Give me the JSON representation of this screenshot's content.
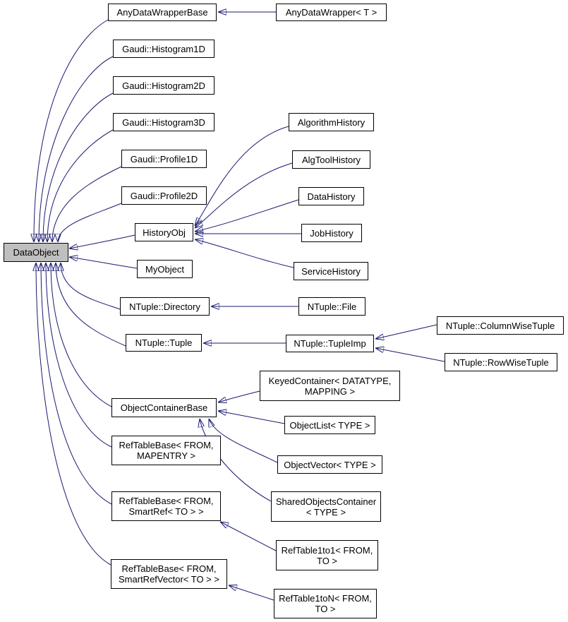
{
  "diagram": {
    "type": "class-inheritance-graph",
    "focus_node": "DataObject",
    "colors": {
      "edge": "#191970",
      "focus_fill": "#bfbfbf",
      "node_fill": "#ffffff",
      "node_border": "#000000"
    },
    "nodes": {
      "dataobject": {
        "label": "DataObject"
      },
      "anydatawrapperbase": {
        "label": "AnyDataWrapperBase"
      },
      "histogram1d": {
        "label": "Gaudi::Histogram1D"
      },
      "histogram2d": {
        "label": "Gaudi::Histogram2D"
      },
      "histogram3d": {
        "label": "Gaudi::Histogram3D"
      },
      "profile1d": {
        "label": "Gaudi::Profile1D"
      },
      "profile2d": {
        "label": "Gaudi::Profile2D"
      },
      "historyobj": {
        "label": "HistoryObj"
      },
      "myobject": {
        "label": "MyObject"
      },
      "ntuple_directory": {
        "label": "NTuple::Directory"
      },
      "ntuple_tuple": {
        "label": "NTuple::Tuple"
      },
      "objectcontainerbase": {
        "label": "ObjectContainerBase"
      },
      "reftablebase_mapentry": {
        "label": "RefTableBase< FROM, MAPENTRY >",
        "lines": [
          "RefTableBase< FROM,",
          "MAPENTRY >"
        ]
      },
      "reftablebase_smartref": {
        "label": "RefTableBase< FROM, SmartRef< TO > >",
        "lines": [
          "RefTableBase< FROM,",
          "SmartRef< TO > >"
        ]
      },
      "reftablebase_smartrefvector": {
        "label": "RefTableBase< FROM, SmartRefVector< TO > >",
        "lines": [
          "RefTableBase< FROM,",
          "SmartRefVector< TO > >"
        ]
      },
      "anydatawrapper_t": {
        "label": "AnyDataWrapper< T >"
      },
      "algorithmhistory": {
        "label": "AlgorithmHistory"
      },
      "algtoolhistory": {
        "label": "AlgToolHistory"
      },
      "datahistory": {
        "label": "DataHistory"
      },
      "jobhistory": {
        "label": "JobHistory"
      },
      "servicehistory": {
        "label": "ServiceHistory"
      },
      "ntuple_file": {
        "label": "NTuple::File"
      },
      "ntuple_tupleimp": {
        "label": "NTuple::TupleImp"
      },
      "keyedcontainer": {
        "label": "KeyedContainer< DATATYPE, MAPPING >",
        "lines": [
          "KeyedContainer< DATATYPE,",
          "MAPPING >"
        ]
      },
      "objectlist": {
        "label": "ObjectList< TYPE >"
      },
      "objectvector": {
        "label": "ObjectVector< TYPE >"
      },
      "sharedobjectscontainer": {
        "label": "SharedObjectsContainer < TYPE >",
        "lines": [
          "SharedObjectsContainer",
          "< TYPE >"
        ]
      },
      "reftable1to1": {
        "label": "RefTable1to1< FROM, TO >",
        "lines": [
          "RefTable1to1< FROM,",
          "TO >"
        ]
      },
      "reftable1ton": {
        "label": "RefTable1toN< FROM, TO >",
        "lines": [
          "RefTable1toN< FROM,",
          "TO >"
        ]
      },
      "ntuple_columnwisetuple": {
        "label": "NTuple::ColumnWiseTuple"
      },
      "ntuple_rowwisetuple": {
        "label": "NTuple::RowWiseTuple"
      }
    },
    "edges": [
      {
        "from": "anydatawrapperbase",
        "to": "dataobject"
      },
      {
        "from": "histogram1d",
        "to": "dataobject"
      },
      {
        "from": "histogram2d",
        "to": "dataobject"
      },
      {
        "from": "histogram3d",
        "to": "dataobject"
      },
      {
        "from": "profile1d",
        "to": "dataobject"
      },
      {
        "from": "profile2d",
        "to": "dataobject"
      },
      {
        "from": "historyobj",
        "to": "dataobject"
      },
      {
        "from": "myobject",
        "to": "dataobject"
      },
      {
        "from": "ntuple_directory",
        "to": "dataobject"
      },
      {
        "from": "ntuple_tuple",
        "to": "dataobject"
      },
      {
        "from": "objectcontainerbase",
        "to": "dataobject"
      },
      {
        "from": "reftablebase_mapentry",
        "to": "dataobject"
      },
      {
        "from": "reftablebase_smartref",
        "to": "dataobject"
      },
      {
        "from": "reftablebase_smartrefvector",
        "to": "dataobject"
      },
      {
        "from": "anydatawrapper_t",
        "to": "anydatawrapperbase"
      },
      {
        "from": "algorithmhistory",
        "to": "historyobj"
      },
      {
        "from": "algtoolhistory",
        "to": "historyobj"
      },
      {
        "from": "datahistory",
        "to": "historyobj"
      },
      {
        "from": "jobhistory",
        "to": "historyobj"
      },
      {
        "from": "servicehistory",
        "to": "historyobj"
      },
      {
        "from": "ntuple_file",
        "to": "ntuple_directory"
      },
      {
        "from": "ntuple_tupleimp",
        "to": "ntuple_tuple"
      },
      {
        "from": "ntuple_columnwisetuple",
        "to": "ntuple_tupleimp"
      },
      {
        "from": "ntuple_rowwisetuple",
        "to": "ntuple_tupleimp"
      },
      {
        "from": "keyedcontainer",
        "to": "objectcontainerbase"
      },
      {
        "from": "objectlist",
        "to": "objectcontainerbase"
      },
      {
        "from": "objectvector",
        "to": "objectcontainerbase"
      },
      {
        "from": "sharedobjectscontainer",
        "to": "objectcontainerbase"
      },
      {
        "from": "reftable1to1",
        "to": "reftablebase_smartref"
      },
      {
        "from": "reftable1ton",
        "to": "reftablebase_smartrefvector"
      }
    ]
  }
}
